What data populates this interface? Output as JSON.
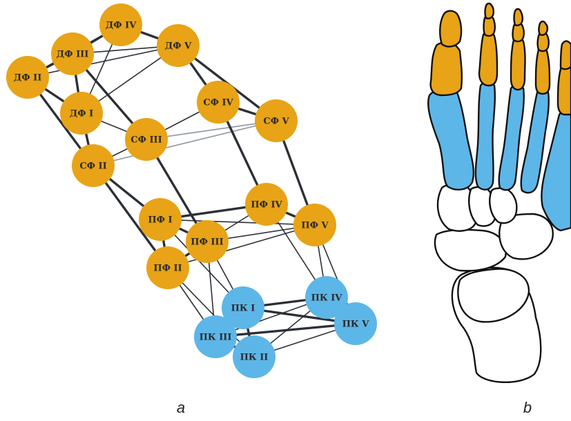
{
  "colors": {
    "phalanx": "#E8A317",
    "metatarsal": "#5DB6E8",
    "edge": "#2b2f36",
    "edge_light": "#9aa0a8",
    "bone_outline": "#111111",
    "bone_fill": "#ffffff"
  },
  "panels": {
    "a": "a",
    "b": "b"
  },
  "nodes": [
    {
      "id": "df4",
      "label": "ДФ IV",
      "group": "phalanx"
    },
    {
      "id": "df5",
      "label": "ДФ V",
      "group": "phalanx"
    },
    {
      "id": "df3",
      "label": "ДФ III",
      "group": "phalanx"
    },
    {
      "id": "df2",
      "label": "ДФ II",
      "group": "phalanx"
    },
    {
      "id": "df1",
      "label": "ДФ I",
      "group": "phalanx"
    },
    {
      "id": "sf4",
      "label": "СФ IV",
      "group": "phalanx"
    },
    {
      "id": "sf5",
      "label": "СФ V",
      "group": "phalanx"
    },
    {
      "id": "sf3",
      "label": "СФ III",
      "group": "phalanx"
    },
    {
      "id": "sf2",
      "label": "СФ II",
      "group": "phalanx"
    },
    {
      "id": "pf1",
      "label": "ПФ I",
      "group": "phalanx"
    },
    {
      "id": "pf4",
      "label": "ПФ IV",
      "group": "phalanx"
    },
    {
      "id": "pf5",
      "label": "ПФ V",
      "group": "phalanx"
    },
    {
      "id": "pf3",
      "label": "ПФ III",
      "group": "phalanx"
    },
    {
      "id": "pf2",
      "label": "ПФ II",
      "group": "phalanx"
    },
    {
      "id": "pk1",
      "label": "ПК I",
      "group": "metatarsal"
    },
    {
      "id": "pk4",
      "label": "ПК IV",
      "group": "metatarsal"
    },
    {
      "id": "pk5",
      "label": "ПК V",
      "group": "metatarsal"
    },
    {
      "id": "pk3",
      "label": "ПК III",
      "group": "metatarsal"
    },
    {
      "id": "pk2",
      "label": "ПК II",
      "group": "metatarsal"
    }
  ],
  "edges": [
    {
      "from": "df4",
      "to": "df5",
      "w": "heavy"
    },
    {
      "from": "df4",
      "to": "df3",
      "w": "heavy"
    },
    {
      "from": "df4",
      "to": "df2",
      "w": "thin"
    },
    {
      "from": "df4",
      "to": "df1",
      "w": "thin"
    },
    {
      "from": "df3",
      "to": "df5",
      "w": "thin"
    },
    {
      "from": "df3",
      "to": "df2",
      "w": "heavy"
    },
    {
      "from": "df3",
      "to": "df1",
      "w": "heavy"
    },
    {
      "from": "df2",
      "to": "df1",
      "w": "heavy"
    },
    {
      "from": "df2",
      "to": "df5",
      "w": "thin"
    },
    {
      "from": "df5",
      "to": "df1",
      "w": "thin"
    },
    {
      "from": "df5",
      "to": "sf4",
      "w": "heavy"
    },
    {
      "from": "df5",
      "to": "sf5",
      "w": "heavy"
    },
    {
      "from": "df3",
      "to": "sf3",
      "w": "heavy"
    },
    {
      "from": "df2",
      "to": "sf2",
      "w": "heavy"
    },
    {
      "from": "df1",
      "to": "sf2",
      "w": "heavy"
    },
    {
      "from": "df1",
      "to": "sf3",
      "w": "thin"
    },
    {
      "from": "sf4",
      "to": "sf5",
      "w": "heavy"
    },
    {
      "from": "sf4",
      "to": "sf3",
      "w": "thin"
    },
    {
      "from": "sf3",
      "to": "sf5",
      "w": "light"
    },
    {
      "from": "sf2",
      "to": "sf5",
      "w": "light"
    },
    {
      "from": "sf2",
      "to": "sf3",
      "w": "thin"
    },
    {
      "from": "sf4",
      "to": "pf4",
      "w": "heavy"
    },
    {
      "from": "sf5",
      "to": "pf5",
      "w": "heavy"
    },
    {
      "from": "sf3",
      "to": "pf3",
      "w": "heavy"
    },
    {
      "from": "sf2",
      "to": "pf2",
      "w": "heavy"
    },
    {
      "from": "sf2",
      "to": "pf1",
      "w": "heavy"
    },
    {
      "from": "pf1",
      "to": "pf4",
      "w": "heavy"
    },
    {
      "from": "pf1",
      "to": "pf3",
      "w": "heavy"
    },
    {
      "from": "pf1",
      "to": "pf2",
      "w": "heavy"
    },
    {
      "from": "pf1",
      "to": "pf5",
      "w": "thin"
    },
    {
      "from": "pf4",
      "to": "pf5",
      "w": "heavy"
    },
    {
      "from": "pf4",
      "to": "pf3",
      "w": "thin"
    },
    {
      "from": "pf3",
      "to": "pf5",
      "w": "thin"
    },
    {
      "from": "pf3",
      "to": "pf2",
      "w": "heavy"
    },
    {
      "from": "pf2",
      "to": "pf5",
      "w": "thin"
    },
    {
      "from": "pf1",
      "to": "pk1",
      "w": "thin"
    },
    {
      "from": "pf3",
      "to": "pk1",
      "w": "thin"
    },
    {
      "from": "pf3",
      "to": "pk3",
      "w": "thin"
    },
    {
      "from": "pf2",
      "to": "pk3",
      "w": "thin"
    },
    {
      "from": "pf2",
      "to": "pk2",
      "w": "thin"
    },
    {
      "from": "pf4",
      "to": "pk4",
      "w": "thin"
    },
    {
      "from": "pf5",
      "to": "pk4",
      "w": "thin"
    },
    {
      "from": "pf5",
      "to": "pk5",
      "w": "thin"
    },
    {
      "from": "pk1",
      "to": "pk4",
      "w": "heavy"
    },
    {
      "from": "pk1",
      "to": "pk5",
      "w": "heavy"
    },
    {
      "from": "pk1",
      "to": "pk3",
      "w": "heavy"
    },
    {
      "from": "pk1",
      "to": "pk2",
      "w": "heavy"
    },
    {
      "from": "pk4",
      "to": "pk5",
      "w": "heavy"
    },
    {
      "from": "pk4",
      "to": "pk3",
      "w": "thin"
    },
    {
      "from": "pk3",
      "to": "pk5",
      "w": "heavy"
    },
    {
      "from": "pk3",
      "to": "pk2",
      "w": "heavy"
    },
    {
      "from": "pk2",
      "to": "pk5",
      "w": "thin"
    },
    {
      "from": "pk2",
      "to": "pk4",
      "w": "thin"
    }
  ]
}
